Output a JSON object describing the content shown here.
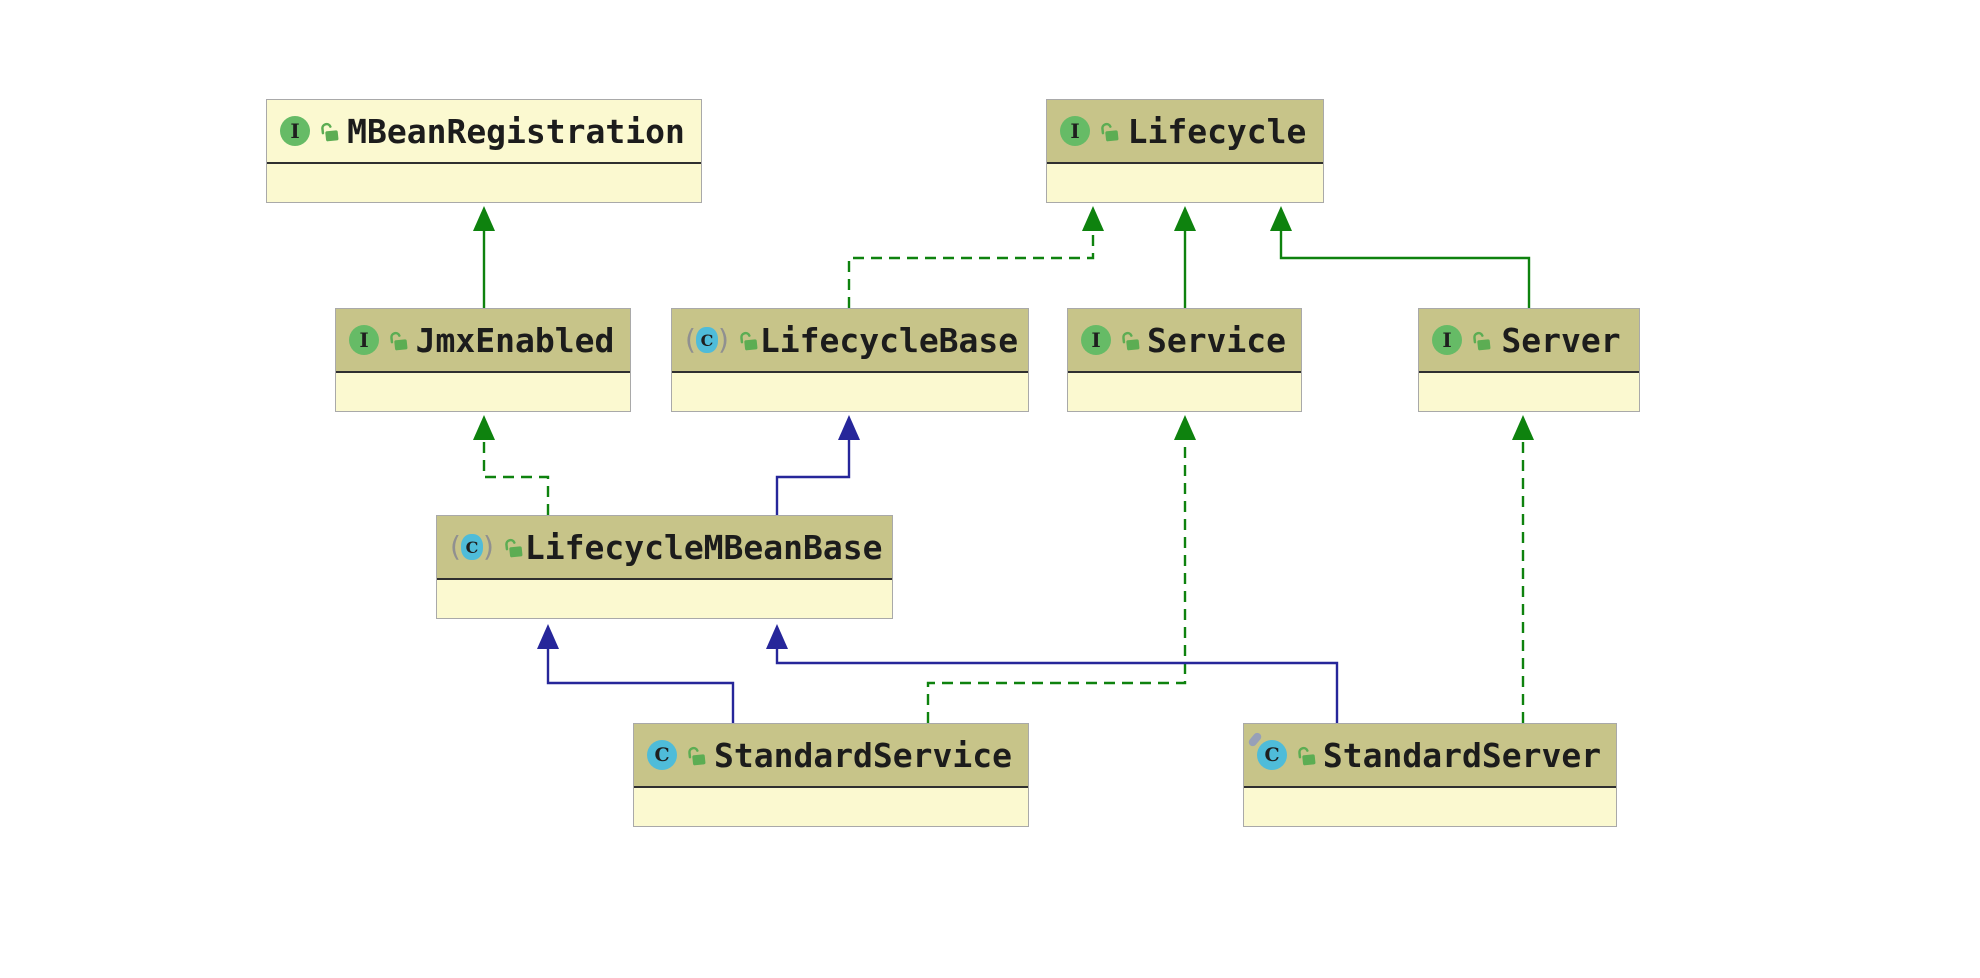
{
  "diagram": {
    "kind": "uml-class-diagram",
    "background": "#ffffff",
    "colors": {
      "node_border": "#a9a9a9",
      "header_fill": "#c7c489",
      "external_header_fill": "#fbf9d0",
      "body_fill": "#fbf9d0",
      "divider": "#2f2f2f",
      "title_text": "#1c1c1c",
      "interface_edge_green": "#0e820e",
      "class_edge_navy": "#26269a",
      "interface_icon_fill": "#66bb66",
      "class_icon_fill": "#4fbcd9",
      "paren_gray": "#909090",
      "lock_green": "#5cad53",
      "run_marker_gray": "#97a0b8"
    },
    "icon_glyphs": {
      "interface": "I",
      "class": "C",
      "abstract_open": "(",
      "abstract_close": ")"
    },
    "nodes": [
      {
        "label": "MBeanRegistration",
        "kind": "interface",
        "external": true
      },
      {
        "label": "Lifecycle",
        "kind": "interface"
      },
      {
        "label": "JmxEnabled",
        "kind": "interface"
      },
      {
        "label": "LifecycleBase",
        "kind": "abstract-class"
      },
      {
        "label": "Service",
        "kind": "interface"
      },
      {
        "label": "Server",
        "kind": "interface"
      },
      {
        "label": "LifecycleMBeanBase",
        "kind": "abstract-class"
      },
      {
        "label": "StandardService",
        "kind": "class"
      },
      {
        "label": "StandardServer",
        "kind": "class",
        "has_run_marker": true
      }
    ],
    "edges": [
      {
        "from": "JmxEnabled",
        "to": "MBeanRegistration",
        "relation": "extends",
        "line": "solid",
        "color": "green"
      },
      {
        "from": "LifecycleBase",
        "to": "Lifecycle",
        "relation": "implements",
        "line": "dashed",
        "color": "green"
      },
      {
        "from": "Service",
        "to": "Lifecycle",
        "relation": "extends",
        "line": "solid",
        "color": "green"
      },
      {
        "from": "Server",
        "to": "Lifecycle",
        "relation": "extends",
        "line": "solid",
        "color": "green"
      },
      {
        "from": "LifecycleMBeanBase",
        "to": "JmxEnabled",
        "relation": "implements",
        "line": "dashed",
        "color": "green"
      },
      {
        "from": "LifecycleMBeanBase",
        "to": "LifecycleBase",
        "relation": "extends",
        "line": "solid",
        "color": "navy"
      },
      {
        "from": "StandardService",
        "to": "LifecycleMBeanBase",
        "relation": "extends",
        "line": "solid",
        "color": "navy"
      },
      {
        "from": "StandardService",
        "to": "Service",
        "relation": "implements",
        "line": "dashed",
        "color": "green"
      },
      {
        "from": "StandardServer",
        "to": "LifecycleMBeanBase",
        "relation": "extends",
        "line": "solid",
        "color": "navy"
      },
      {
        "from": "StandardServer",
        "to": "Server",
        "relation": "implements",
        "line": "dashed",
        "color": "green"
      }
    ]
  }
}
